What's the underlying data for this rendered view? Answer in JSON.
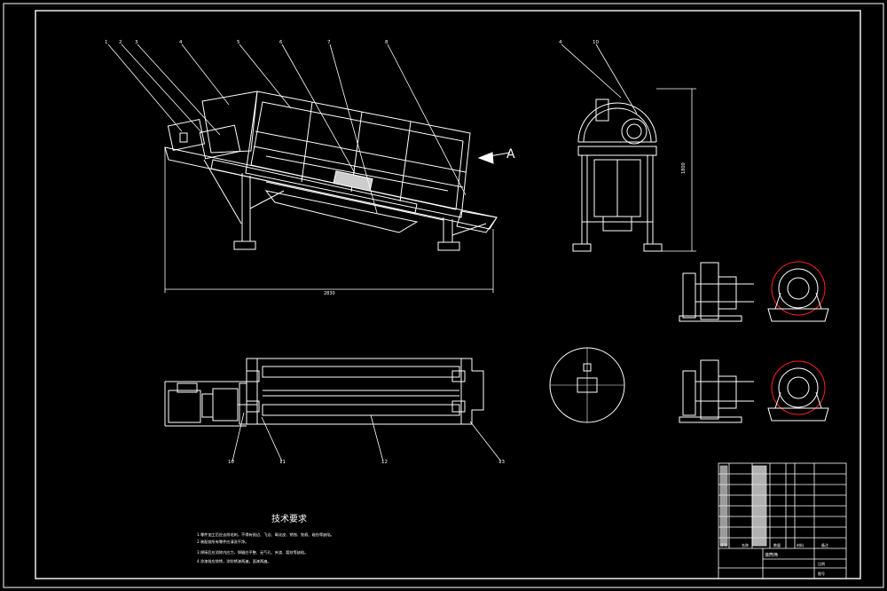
{
  "colors": {
    "background": "#000000",
    "line": "#ffffff",
    "accent": "#ff2020"
  },
  "view_label": "A",
  "callouts": {
    "top": [
      "1",
      "2",
      "3",
      "4",
      "5",
      "6",
      "7",
      "8"
    ],
    "side": [
      "4",
      "10"
    ],
    "plan": [
      "10",
      "11",
      "12",
      "13"
    ]
  },
  "dimensions": {
    "length": "2830",
    "height": "1800"
  },
  "notes_title": "技术要求",
  "notes": [
    "1.零件加工后应去除毛刺，不得有锐边、飞边、氧化皮、锈蚀、划痕、碰伤等缺陷。",
    "2.装配前所有零件应清洗干净。",
    "3.焊接后应消除内应力，焊缝应平整、无气孔、夹渣、裂纹等缺陷。",
    "4.涂漆前应除锈，涂防锈漆两遍，面漆两遍。"
  ],
  "title_block": {
    "name": "滚筒筛",
    "cells": [
      "序号",
      "名称",
      "数量",
      "材料",
      "备注",
      "比例",
      "图号"
    ]
  }
}
